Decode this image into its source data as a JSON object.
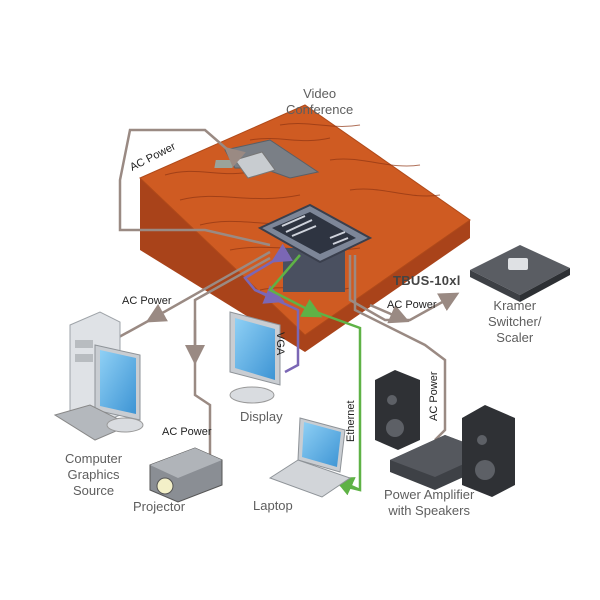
{
  "model_name": "TBUS-10xl",
  "devices": {
    "video_conference": [
      "Video",
      "Conference"
    ],
    "kramer": [
      "Kramer",
      "Switcher/",
      "Scaler"
    ],
    "computer": [
      "Computer",
      "Graphics",
      "Source"
    ],
    "display": "Display",
    "projector": "Projector",
    "laptop": "Laptop",
    "amplifier": [
      "Power Amplifier",
      "with Speakers"
    ]
  },
  "cables": {
    "ac_power_table": "AC Power",
    "ac_power_computer": "AC Power",
    "ac_power_projector": "AC Power",
    "ac_power_kramer": "AC Power",
    "ac_power_amplifier": "AC Power",
    "vga": "VGA",
    "ethernet": "Ethernet"
  },
  "colors": {
    "table_wood": "#c9531e",
    "power_cable": "#9a8a83",
    "vga_cable": "#7b67b5",
    "ethernet_cable": "#5fb246",
    "screen": "#5aaee3"
  }
}
